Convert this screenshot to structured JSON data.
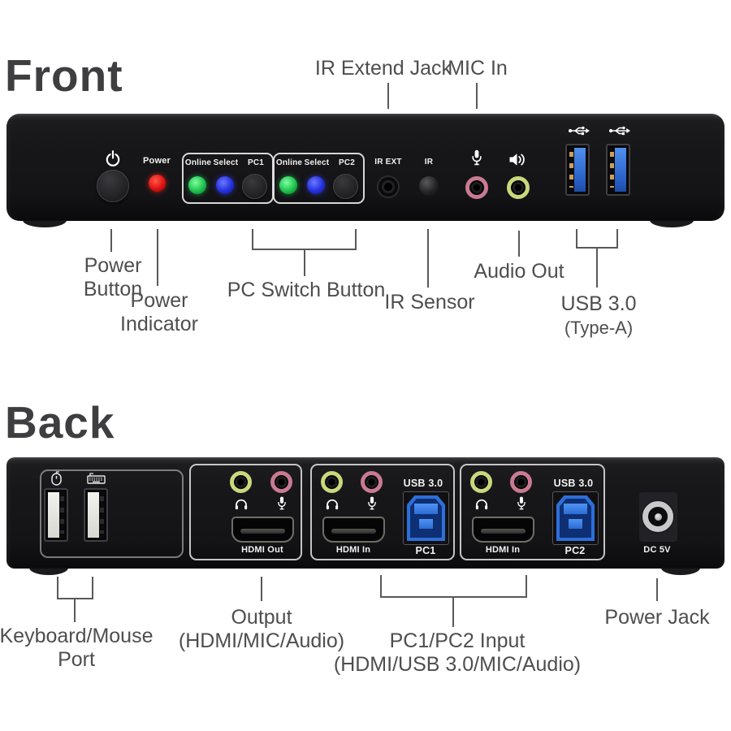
{
  "colors": {
    "led_red": "#e01212",
    "led_green": "#1ec24d",
    "led_blue": "#2330dd",
    "jack_pink": "#c97a92",
    "jack_lime": "#c9d87c",
    "usb3_blue": "#2e6fd8",
    "device_black": "#17171a",
    "callout_text": "#4e4e4e"
  },
  "front": {
    "heading": "Front",
    "top_callouts": {
      "ir_extend_jack": "IR Extend Jack",
      "mic_in": "MIC In"
    },
    "panel": {
      "power_led_label": "Power",
      "groups": [
        {
          "online_label": "Online",
          "select_label": "Select",
          "pc_label": "PC1"
        },
        {
          "online_label": "Online",
          "select_label": "Select",
          "pc_label": "PC2"
        }
      ],
      "ir_ext_label": "IR EXT",
      "ir_label": "IR",
      "icons": [
        "power-icon",
        "mic-icon",
        "speaker-icon",
        "usb-icon",
        "usb-icon"
      ]
    },
    "bottom_callouts": {
      "power_button": [
        "Power",
        "Button"
      ],
      "power_indicator": [
        "Power",
        "Indicator"
      ],
      "pc_switch_button": [
        "PC Switch Button"
      ],
      "ir_sensor": [
        "IR Sensor"
      ],
      "audio_out": [
        "Audio Out"
      ],
      "usb_3_0": [
        "USB 3.0",
        "(Type-A)"
      ]
    }
  },
  "back": {
    "heading": "Back",
    "panel": {
      "sections": [
        {
          "hdmi_label": "HDMI Out"
        },
        {
          "usb_label": "USB 3.0",
          "hdmi_label": "HDMI In",
          "pc_label": "PC1"
        },
        {
          "usb_label": "USB 3.0",
          "hdmi_label": "HDMI In",
          "pc_label": "PC2"
        }
      ],
      "dc_label": "DC 5V",
      "icons": [
        "mouse-icon",
        "keyboard-icon",
        "headphone-icon",
        "mic-icon"
      ]
    },
    "bottom_callouts": {
      "keyboard_mouse": [
        "Keyboard/Mouse",
        "Port"
      ],
      "output": [
        "Output",
        "(HDMI/MIC/Audio)"
      ],
      "pc_input": [
        "PC1/PC2 Input",
        "(HDMI/USB 3.0/MIC/Audio)"
      ],
      "power_jack": [
        "Power Jack"
      ]
    }
  }
}
